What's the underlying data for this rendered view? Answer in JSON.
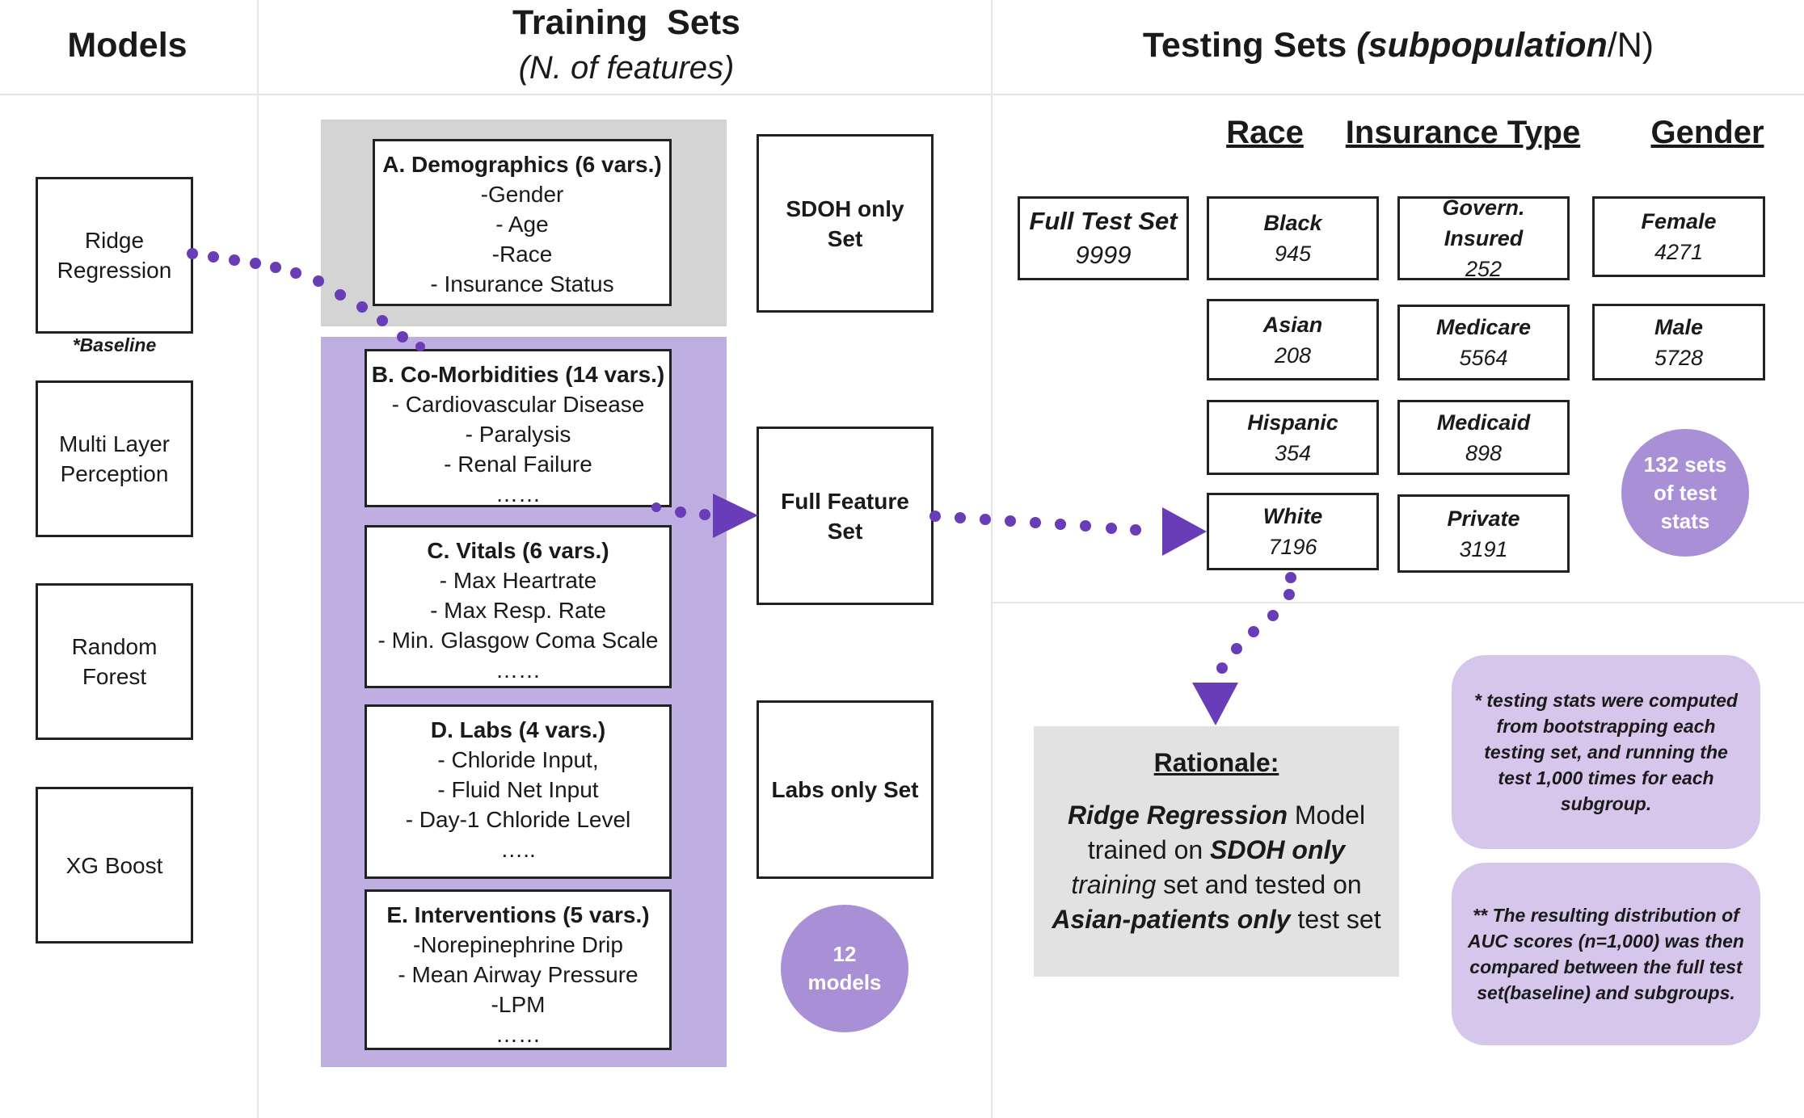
{
  "headers": {
    "models": "Models",
    "training_title": "Training  Sets",
    "training_sub": "(N. of features)",
    "testing_prefix": "Testing Sets ",
    "testing_italic": "(subpopulation",
    "testing_suffix": "/N)"
  },
  "models": [
    {
      "label": "Ridge Regression"
    },
    {
      "label": "Multi Layer Perception"
    },
    {
      "label": "Random Forest"
    },
    {
      "label": "XG Boost"
    }
  ],
  "baseline_label": "*Baseline",
  "feature_groups": [
    {
      "title": "A. Demographics (6 vars.)",
      "items": [
        "-Gender",
        "- Age",
        "-Race",
        "- Insurance Status"
      ]
    },
    {
      "title": "B. Co-Morbidities (14 vars.)",
      "items": [
        "- Cardiovascular Disease",
        "- Paralysis",
        "- Renal Failure",
        "……"
      ]
    },
    {
      "title": "C. Vitals (6 vars.)",
      "items": [
        "- Max Heartrate",
        "- Max Resp. Rate",
        "- Min. Glasgow Coma Scale",
        "……"
      ]
    },
    {
      "title": "D. Labs (4 vars.)",
      "items": [
        "- Chloride Input,",
        "- Fluid Net Input",
        "- Day-1 Chloride Level",
        "….."
      ]
    },
    {
      "title": "E. Interventions (5 vars.)",
      "items": [
        "-Norepinephrine Drip",
        "- Mean Airway Pressure",
        "-LPM",
        "……"
      ]
    }
  ],
  "training_sets": {
    "sdoh": "SDOH only Set",
    "full": "Full Feature Set",
    "labs": "Labs only Set"
  },
  "models_circle": "12 models",
  "test_headers": {
    "race": "Race",
    "insurance": "Insurance Type",
    "gender": "Gender"
  },
  "full_test": {
    "name": "Full Test Set",
    "n": "9999"
  },
  "race": [
    {
      "name": "Black",
      "n": "945"
    },
    {
      "name": "Asian",
      "n": "208"
    },
    {
      "name": "Hispanic",
      "n": "354"
    },
    {
      "name": "White",
      "n": "7196"
    }
  ],
  "insurance": [
    {
      "name": "Govern. Insured",
      "n": "252"
    },
    {
      "name": "Medicare",
      "n": "5564"
    },
    {
      "name": "Medicaid",
      "n": "898"
    },
    {
      "name": "Private",
      "n": "3191"
    }
  ],
  "gender": [
    {
      "name": "Female",
      "n": "4271"
    },
    {
      "name": "Male",
      "n": "5728"
    }
  ],
  "stats_circle": "132 sets of test stats",
  "rationale": {
    "title": "Rationale:",
    "model": "Ridge Regression",
    "t1": " Model trained on ",
    "set": "SDOH only",
    "training": "training",
    "t2": " set and tested on ",
    "test": "Asian-patients only",
    "t3": " test set"
  },
  "notes": [
    "* testing stats were computed from bootstrapping each testing set, and running the test 1,000 times for each subgroup.",
    "**  The resulting distribution of AUC scores  (n=1,000) was then compared between the full test set(baseline) and subgroups."
  ],
  "colors": {
    "purple_dark": "#6a3db8",
    "purple_panel": "#bfaee2",
    "purple_circle": "#a98fd6",
    "note_bg": "#d6c6ec",
    "grey_panel": "#d4d4d4",
    "rationale_bg": "#e2e2e2"
  }
}
